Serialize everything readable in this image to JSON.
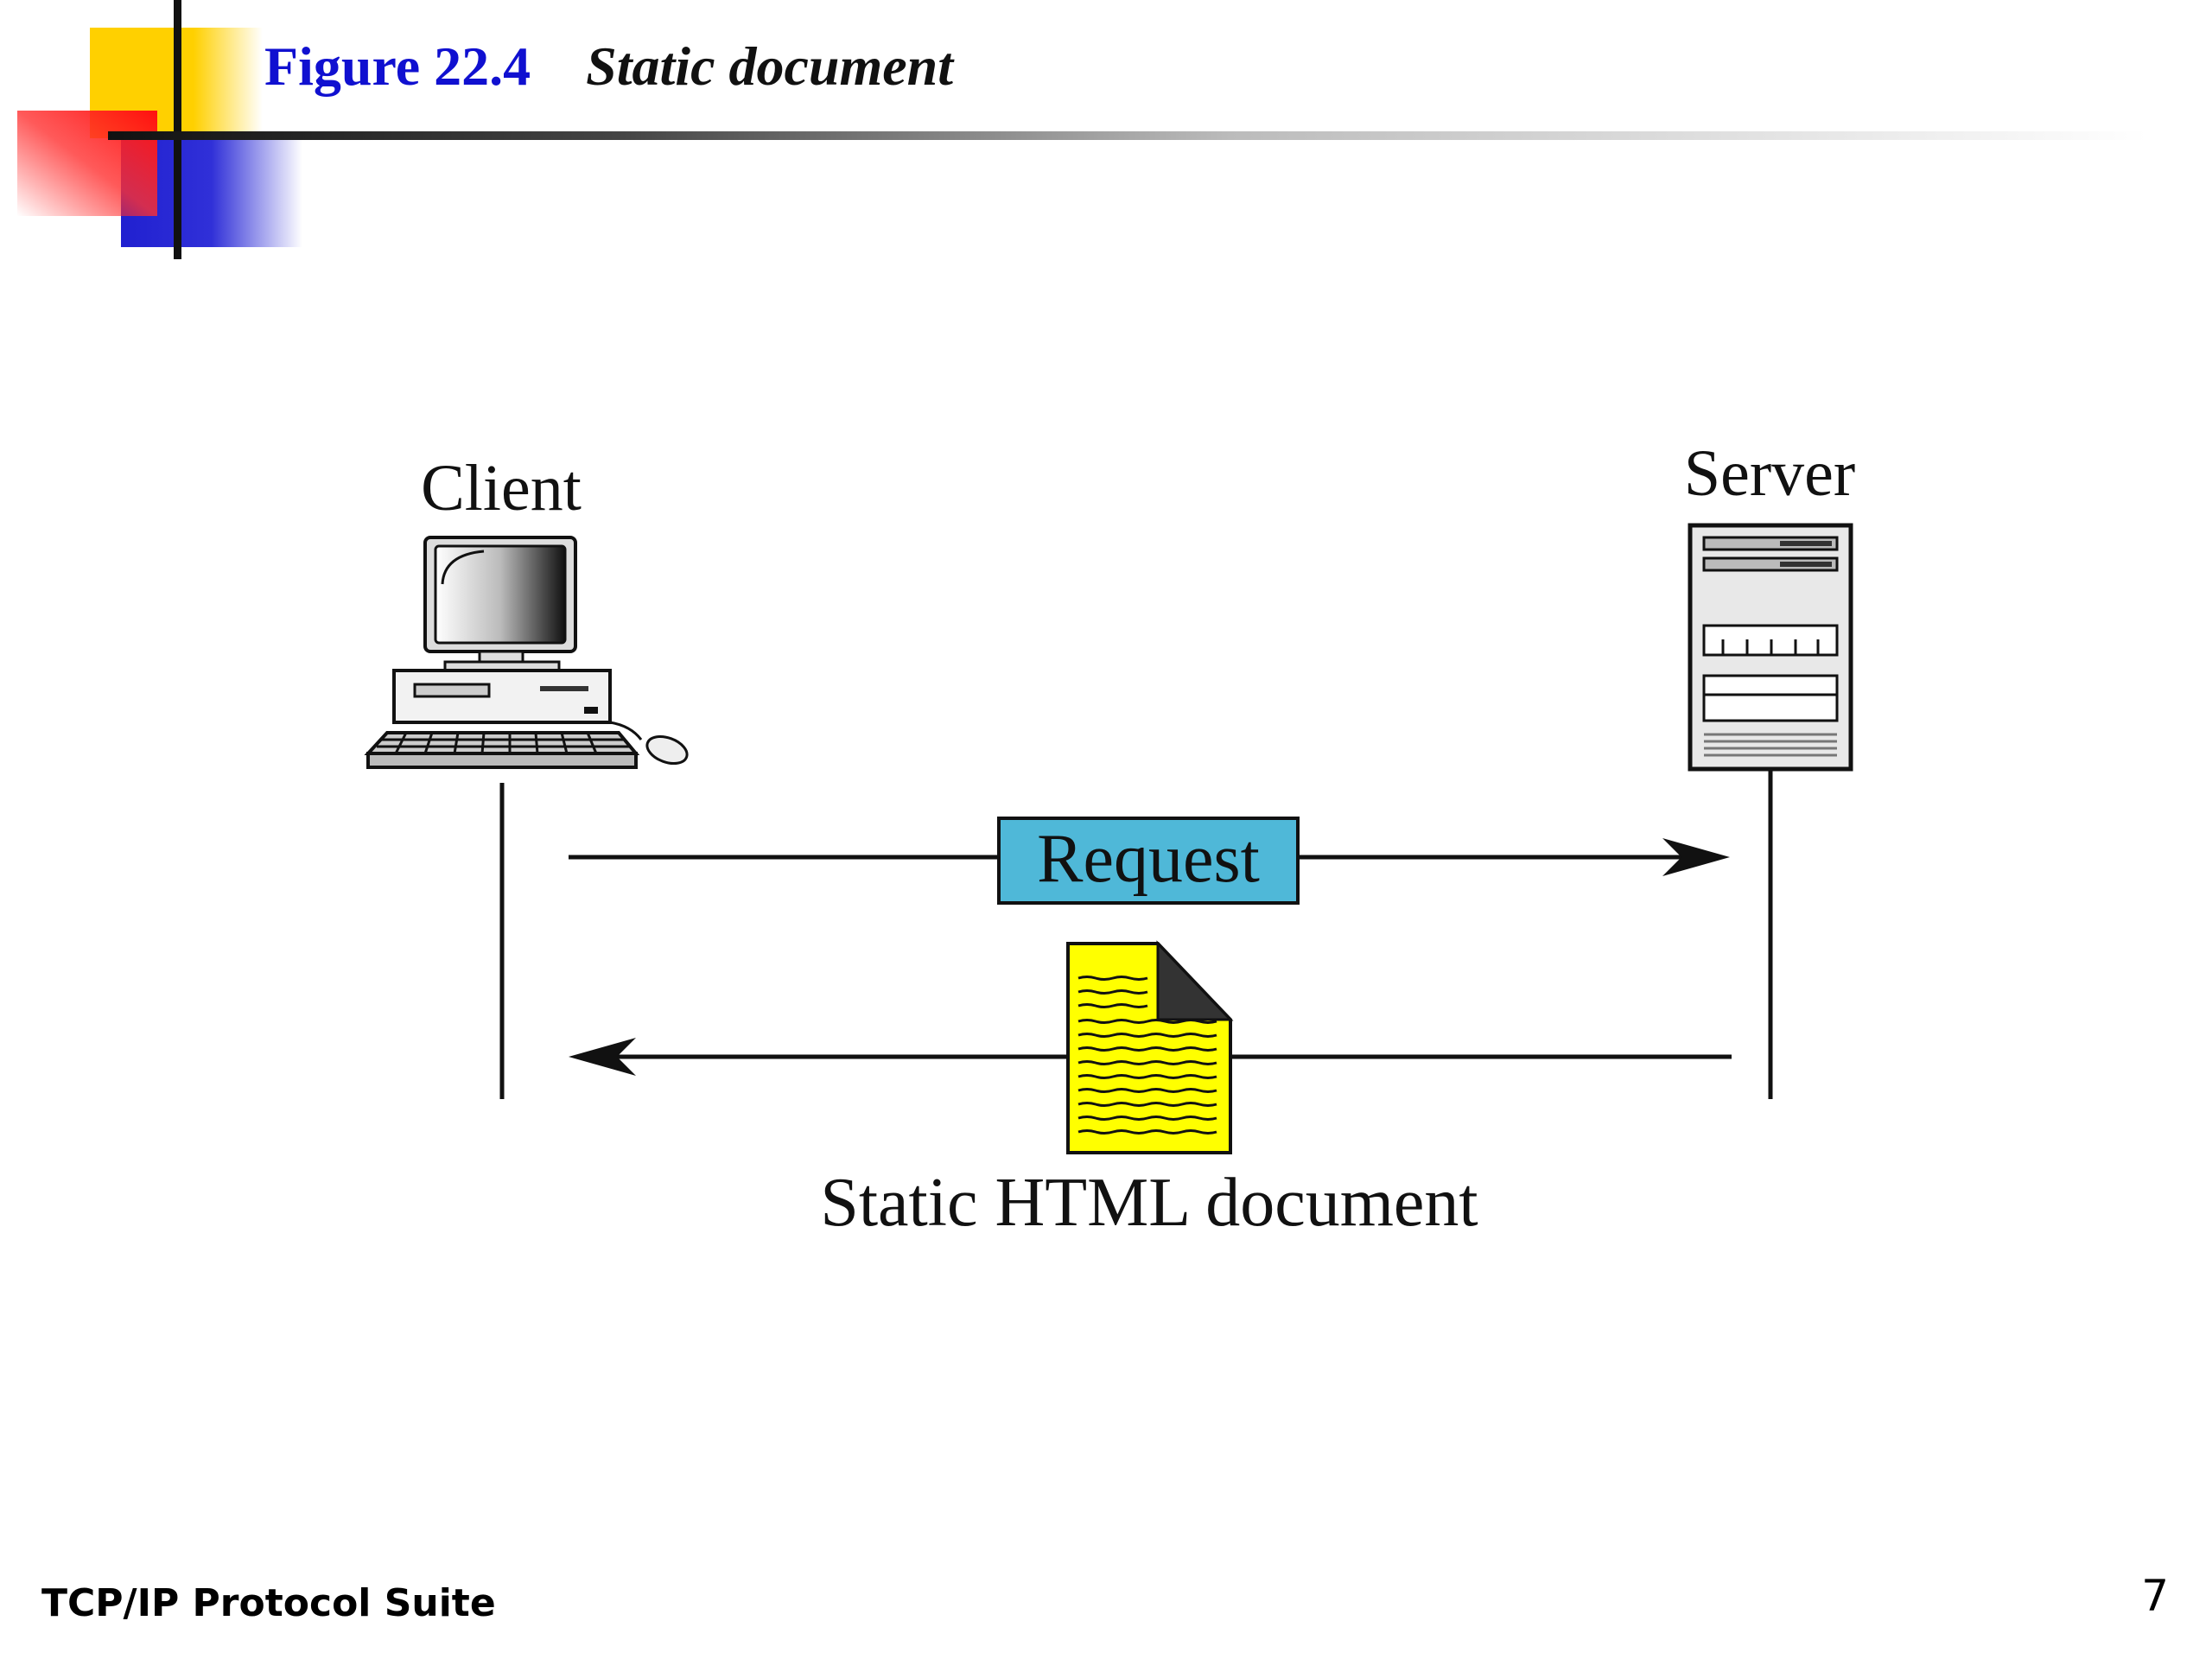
{
  "header": {
    "figure_number": "Figure 22.4",
    "figure_title": "Static document"
  },
  "diagram": {
    "client_label": "Client",
    "server_label": "Server",
    "request_label": "Request",
    "response_label": "Static HTML document"
  },
  "footer": {
    "left_text": "TCP/IP Protocol Suite",
    "page_number": "7"
  },
  "colors": {
    "request_box": "#4fb8d8",
    "document": "#ffff00",
    "title_blue": "#1010d0"
  },
  "icons": [
    "computer-icon",
    "server-icon",
    "document-icon",
    "arrow-right-icon",
    "arrow-left-icon"
  ]
}
